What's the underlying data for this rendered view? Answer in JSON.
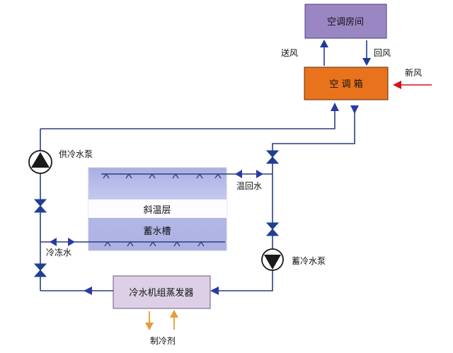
{
  "boxes": {
    "room": "空调房间",
    "ahu": "空 调 箱",
    "evaporator": "冷水机组蒸发器"
  },
  "tank": {
    "thermocline": "斜温层",
    "storage": "蓄水槽"
  },
  "labels": {
    "supply_air": "送风",
    "return_air": "回风",
    "fresh_air": "新风",
    "supply_pump": "供冷水泵",
    "warm_return": "温回水",
    "chilled_water": "冷冻水",
    "storage_pump": "蓄冷水泵",
    "refrigerant": "制冷剂"
  },
  "colors": {
    "room_fill": "#9b86c4",
    "ahu_fill": "#e8731c",
    "evaporator_fill": "#dccfe6",
    "tank_band": "#aeb1e3",
    "pipe": "#2b3f7a",
    "valve": "#1f3f95",
    "flow_arrow": "#2b3aa6",
    "air_arrow": "#1e3a9a",
    "fresh_air_arrow": "#d0141f",
    "refrigerant_arrow": "#e69b3a"
  }
}
